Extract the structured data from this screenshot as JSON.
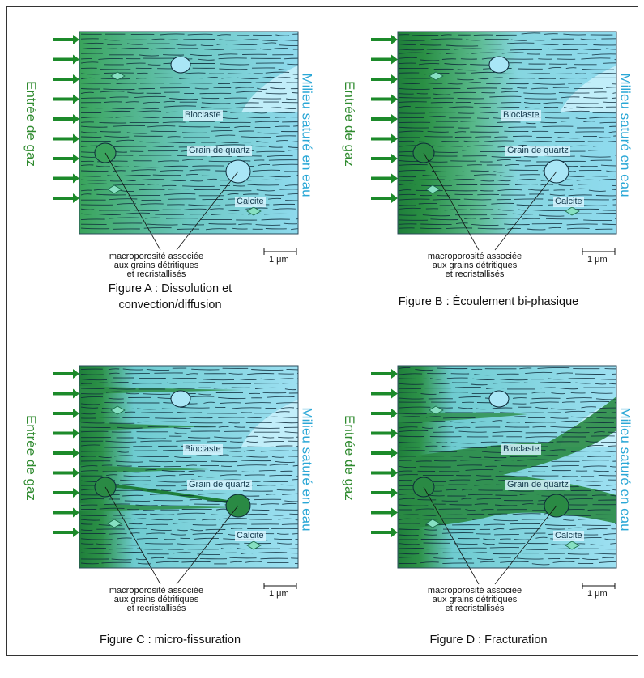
{
  "colors": {
    "gas": "#1f7f3a",
    "water": "#7fd3ea",
    "water_light": "#bfeefa",
    "texture": "#0e2a3a",
    "arrow": "#1c8a2a"
  },
  "labels": {
    "gas_inlet": "Entrée de gaz",
    "water_medium": "Milieu saturé en eau",
    "bioclast": "Bioclaste",
    "quartz": "Grain de quartz",
    "calcite": "Calcite",
    "macroporosity_line1": "macroporosité associée",
    "macroporosity_line2": "aux grains détritiques",
    "macroporosity_line3": "et recristallisés",
    "scale": "1 μm"
  },
  "figures": [
    {
      "id": "A",
      "caption_line1": "Figure A : Dissolution et",
      "caption_line2": "convection/diffusion"
    },
    {
      "id": "B",
      "caption_line1": "Figure B : Écoulement bi-phasique",
      "caption_line2": ""
    },
    {
      "id": "C",
      "caption_line1": "Figure C : micro-fissuration",
      "caption_line2": ""
    },
    {
      "id": "D",
      "caption_line1": "Figure D : Fracturation",
      "caption_line2": ""
    }
  ]
}
